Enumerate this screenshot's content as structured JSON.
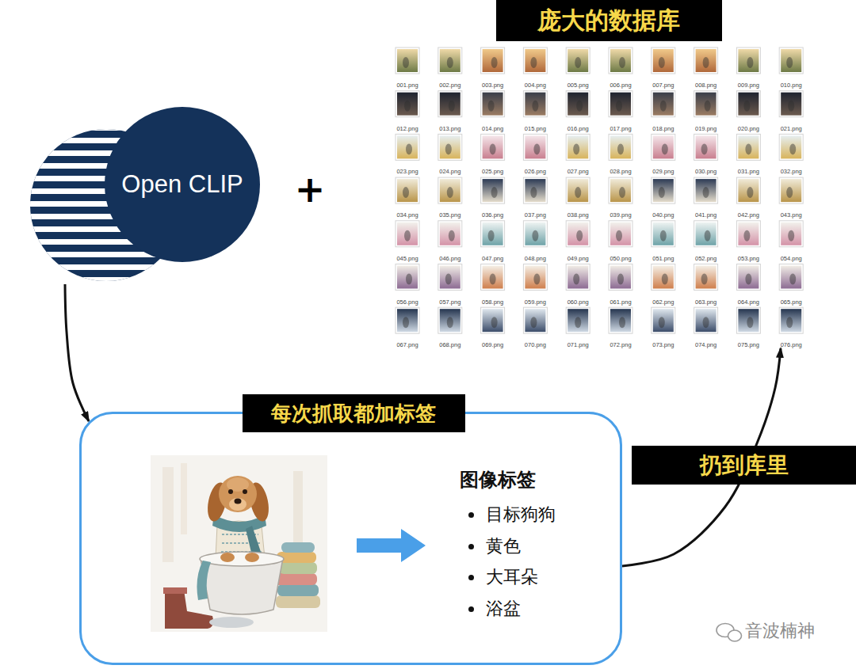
{
  "diagram": {
    "nodes": [
      {
        "text": [
          "Open CLIP"
        ]
      },
      {
        "text": [
          "庞大的数据库"
        ]
      },
      {
        "text": [
          "每次抓取都加标签",
          "图像标签",
          "目标狗狗",
          "黄色",
          "大耳朵",
          "浴盆"
        ]
      }
    ],
    "edges": [
      {
        "from": 0,
        "to": 2,
        "arrow": "to"
      },
      {
        "from": 2,
        "to": 1,
        "label": "扔到库里",
        "arrow": "to"
      }
    ],
    "labels": [
      "+",
      "001.png",
      "002.png",
      "003.png",
      "004.png",
      "005.png",
      "006.png",
      "007.png",
      "008.png",
      "009.png",
      "010.png",
      "012.png",
      "013.png",
      "014.png",
      "015.png",
      "016.png",
      "017.png",
      "018.png",
      "019.png",
      "020.png",
      "021.png",
      "023.png",
      "024.png",
      "025.png",
      "026.png",
      "027.png",
      "028.png",
      "029.png",
      "030.png",
      "031.png",
      "032.png",
      "034.png",
      "035.png",
      "036.png",
      "037.png",
      "038.png",
      "039.png",
      "040.png",
      "041.png",
      "042.png",
      "043.png",
      "045.png",
      "046.png",
      "047.png",
      "048.png",
      "049.png",
      "050.png",
      "051.png",
      "052.png",
      "053.png",
      "054.png",
      "056.png",
      "057.png",
      "058.png",
      "059.png",
      "060.png",
      "061.png",
      "062.png",
      "063.png",
      "064.png",
      "065.png",
      "067.png",
      "068.png",
      "069.png",
      "070.png",
      "071.png",
      "072.png",
      "073.png",
      "074.png",
      "075.png",
      "076.png",
      "音波楠神"
    ]
  }
}
